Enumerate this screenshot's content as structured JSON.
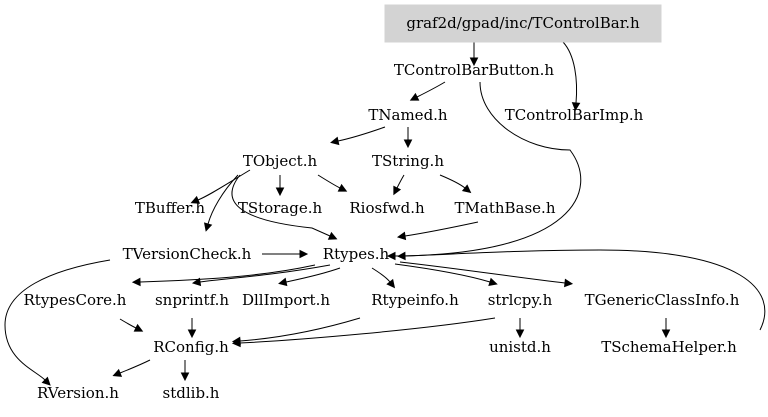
{
  "graph": {
    "root": "graf2d/gpad/inc/TControlBar.h",
    "nodes": {
      "root": "graf2d/gpad/inc/TControlBar.h",
      "tcontrolbarbutton": "TControlBarButton.h",
      "tcontrolbarimp": "TControlBarImp.h",
      "tnamed": "TNamed.h",
      "tobject": "TObject.h",
      "tstring": "TString.h",
      "tbuffer": "TBuffer.h",
      "tstorage": "TStorage.h",
      "riosfwd": "Riosfwd.h",
      "tmathbase": "TMathBase.h",
      "tversioncheck": "TVersionCheck.h",
      "rtypes": "Rtypes.h",
      "rtypescore": "RtypesCore.h",
      "snprintf": "snprintf.h",
      "dllimport": "DllImport.h",
      "rtypeinfo": "Rtypeinfo.h",
      "strlcpy": "strlcpy.h",
      "tgenericclassinfo": "TGenericClassInfo.h",
      "rconfig": "RConfig.h",
      "unistd": "unistd.h",
      "tschemahelper": "TSchemaHelper.h",
      "rversion": "RVersion.h",
      "stdlib": "stdlib.h"
    },
    "edges": [
      [
        "root",
        "tcontrolbarbutton"
      ],
      [
        "root",
        "tcontrolbarimp"
      ],
      [
        "tcontrolbarbutton",
        "tnamed"
      ],
      [
        "tcontrolbarbutton",
        "rtypes"
      ],
      [
        "tnamed",
        "tobject"
      ],
      [
        "tnamed",
        "tstring"
      ],
      [
        "tobject",
        "tbuffer"
      ],
      [
        "tobject",
        "tstorage"
      ],
      [
        "tobject",
        "riosfwd"
      ],
      [
        "tobject",
        "rtypes"
      ],
      [
        "tobject",
        "tversioncheck"
      ],
      [
        "tstring",
        "riosfwd"
      ],
      [
        "tstring",
        "tmathbase"
      ],
      [
        "tmathbase",
        "rtypes"
      ],
      [
        "tversioncheck",
        "rtypes"
      ],
      [
        "tversioncheck",
        "rversion"
      ],
      [
        "rtypes",
        "rtypescore"
      ],
      [
        "rtypes",
        "snprintf"
      ],
      [
        "rtypes",
        "dllimport"
      ],
      [
        "rtypes",
        "rtypeinfo"
      ],
      [
        "rtypes",
        "strlcpy"
      ],
      [
        "rtypes",
        "tgenericclassinfo"
      ],
      [
        "rtypescore",
        "rconfig"
      ],
      [
        "snprintf",
        "rconfig"
      ],
      [
        "rtypeinfo",
        "rconfig"
      ],
      [
        "strlcpy",
        "rconfig"
      ],
      [
        "strlcpy",
        "unistd"
      ],
      [
        "tgenericclassinfo",
        "tschemahelper"
      ],
      [
        "tschemahelper",
        "rtypes"
      ],
      [
        "rconfig",
        "rversion"
      ],
      [
        "rconfig",
        "stdlib"
      ]
    ]
  }
}
